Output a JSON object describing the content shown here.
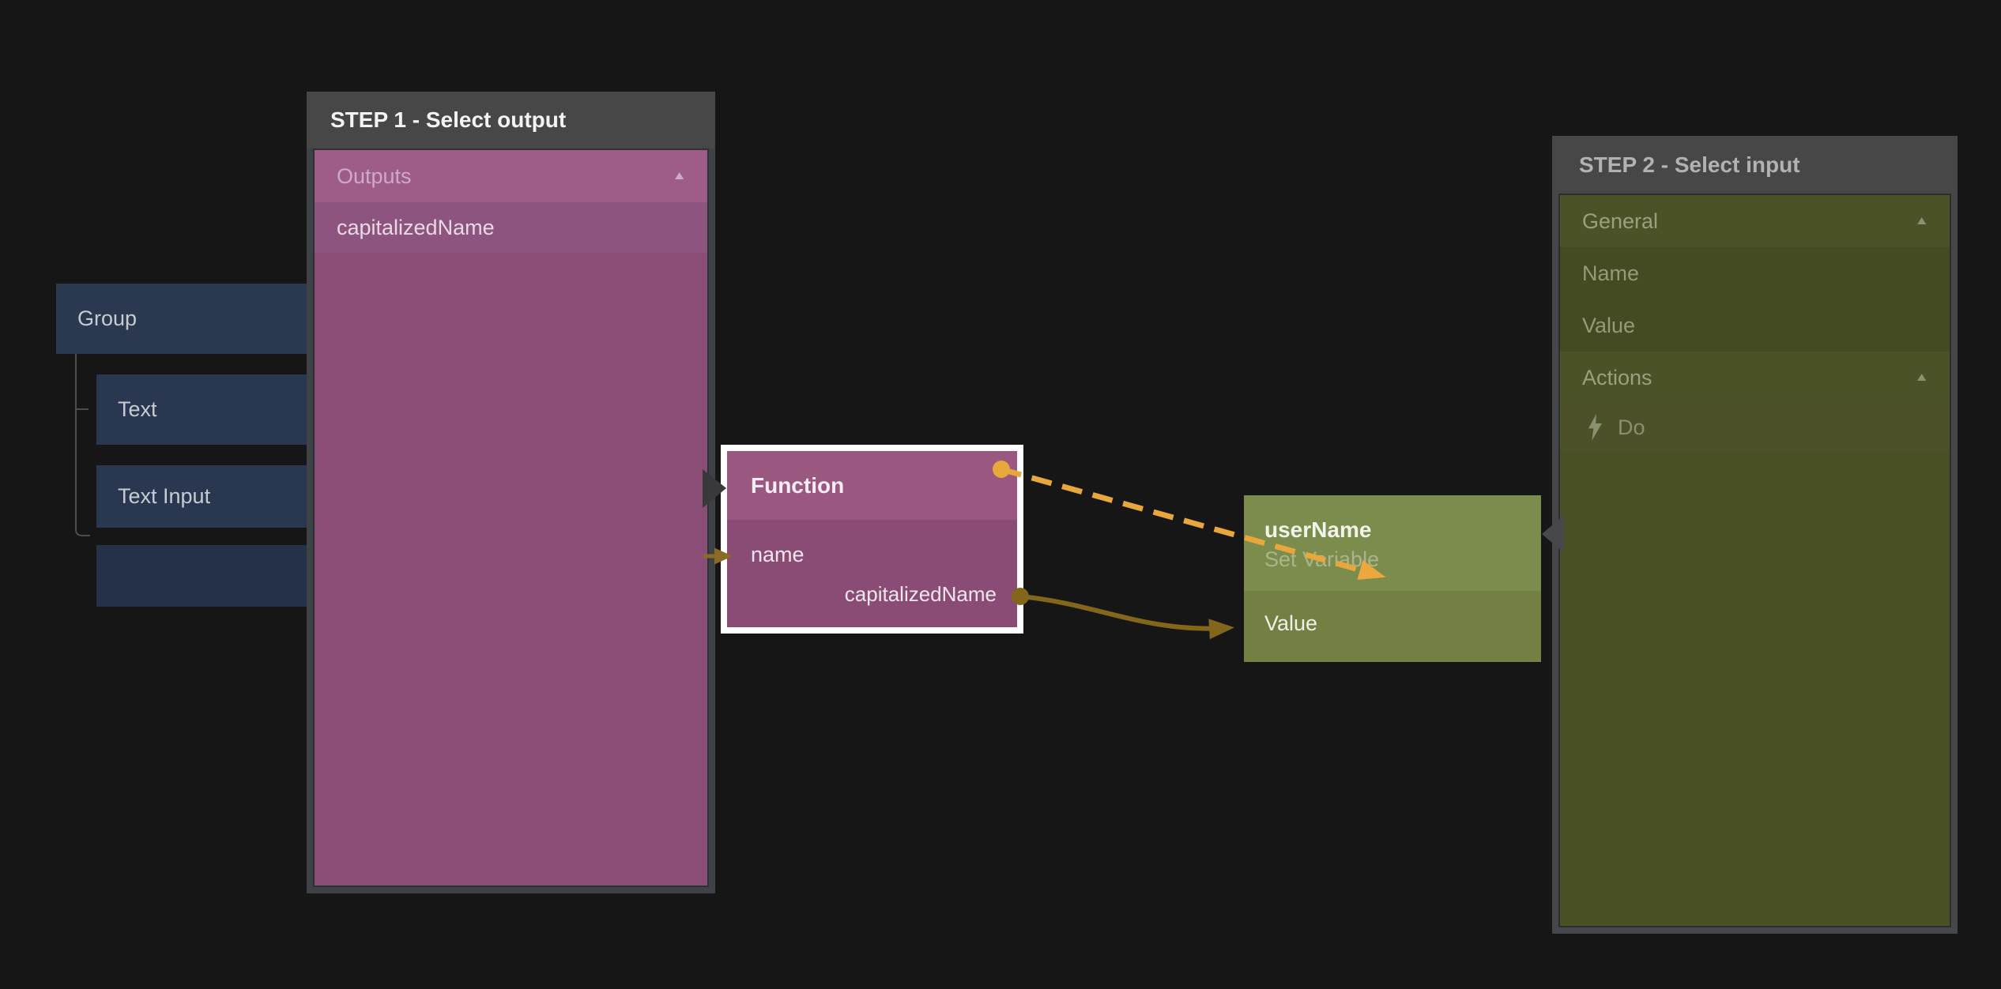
{
  "canvas": {
    "background": "#161616"
  },
  "hierarchy_nodes": {
    "group": {
      "label": "Group"
    },
    "text": {
      "label": "Text"
    },
    "text_input": {
      "label": "Text Input"
    }
  },
  "step1_panel": {
    "title": "STEP 1 - Select output",
    "outputs_section": {
      "label": "Outputs",
      "collapse_icon": "▲"
    },
    "items": [
      {
        "label": "capitalizedName"
      }
    ]
  },
  "function_node": {
    "title": "Function",
    "inputs": [
      {
        "label": "name"
      }
    ],
    "outputs": [
      {
        "label": "capitalizedName"
      }
    ]
  },
  "set_variable_node": {
    "title": "userName",
    "subtitle": "Set Variable",
    "inputs": [
      {
        "label": "Value"
      }
    ]
  },
  "step2_panel": {
    "title": "STEP 2 - Select input",
    "rows": [
      {
        "type": "section",
        "label": "General",
        "collapse_icon": "▲"
      },
      {
        "type": "item",
        "label": "Name"
      },
      {
        "type": "item",
        "label": "Value"
      },
      {
        "type": "section",
        "label": "Actions",
        "collapse_icon": "▲"
      },
      {
        "type": "action-item",
        "label": "Do",
        "icon": "lightning-bolt-icon"
      }
    ]
  },
  "colors": {
    "background": "#161616",
    "panel_header": "#474747",
    "panel_border": "#3e4145",
    "step1_body": "#8a4e76",
    "step1_section_row": "#9d5d88",
    "step1_item_row": "#8e5480",
    "step2_body": "#4a5026",
    "step2_section_row": "#4c5228",
    "step2_item_row": "#444a21",
    "step2_action_row": "#4c5129",
    "function_node_header": "#9a5780",
    "function_node_body": "#8a4c74",
    "function_node_border": "#ffffff",
    "variable_node_header": "#7c8c4d",
    "variable_node_body": "#728044",
    "hierarchy_node": "#2a3850",
    "connection_bright": "#e8a73c",
    "connection_dark": "#82661c",
    "input_arrow": "#8a6a24"
  }
}
